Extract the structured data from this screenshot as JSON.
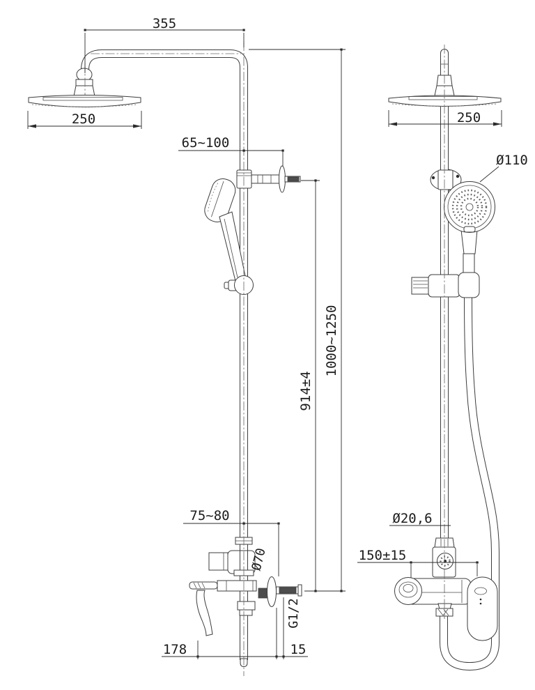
{
  "views": {
    "side": {
      "dims": {
        "arm_reach": "355",
        "head_width": "250",
        "bracket_offset": "65~100",
        "column_height": "1000~1250",
        "inlet_to_bracket": "914±4",
        "valve_offset": "75~80",
        "escutcheon_dia": "Ø70",
        "spout_reach": "178",
        "wall_gap": "15",
        "thread": "G1/2"
      }
    },
    "front": {
      "dims": {
        "head_width": "250",
        "handshower_dia": "Ø110",
        "pipe_dia": "Ø20,6",
        "inlet_spacing": "150±15"
      }
    }
  }
}
